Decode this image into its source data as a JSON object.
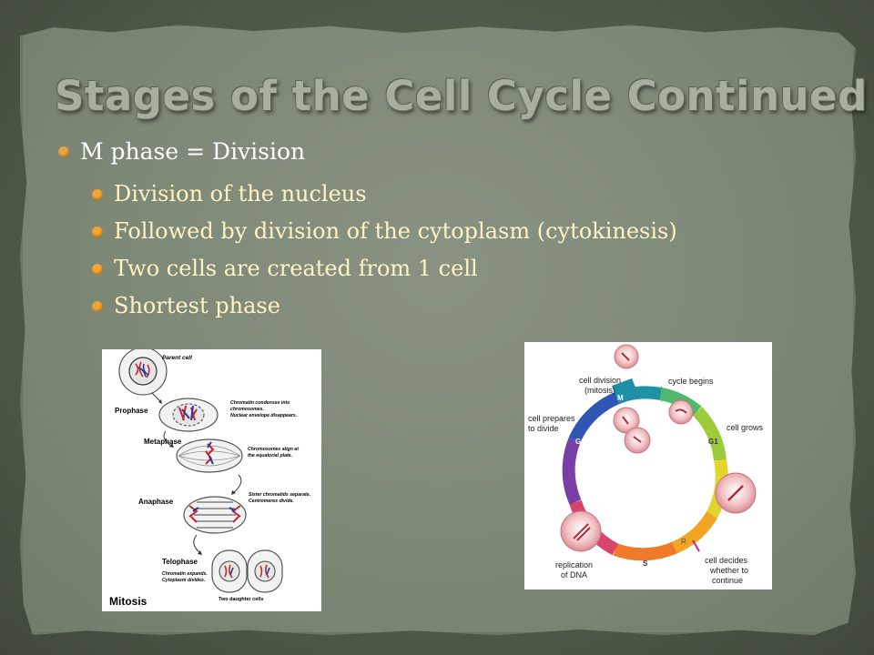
{
  "slide": {
    "title": "Stages of the Cell Cycle Continued",
    "main_bullet": "M phase = Division",
    "sub_bullets": [
      "Division of the nucleus",
      "Followed by division of the cytoplasm (cytokinesis)",
      "Two cells are created from 1 cell",
      "Shortest phase"
    ]
  },
  "mitosis_figure": {
    "parent_label": "Parent cell",
    "prophase": "Prophase",
    "prophase_note_1": "Chromatin condenses into",
    "prophase_note_2": "chromosomes.",
    "prophase_note_3": "Nuclear envelope disappears.",
    "metaphase": "Metaphase",
    "metaphase_note_1": "Chromosomes align at",
    "metaphase_note_2": "the equatorial plate.",
    "anaphase": "Anaphase",
    "anaphase_note_1": "Sister chromatids separate.",
    "anaphase_note_2": "Centromeres divide.",
    "telophase": "Telophase",
    "telophase_note_1": "Chromatin expands.",
    "telophase_note_2": "Cytoplasm divides.",
    "daughter_label": "Two daughter cells",
    "caption": "Mitosis"
  },
  "cycle_figure": {
    "cell_division_1": "cell division",
    "cell_division_2": "(mitosis)",
    "cycle_begins": "cycle begins",
    "prepares_1": "cell prepares",
    "prepares_2": "to divide",
    "cell_grows": "cell grows",
    "phase_m": "M",
    "phase_g2": "G2",
    "phase_g1": "G1",
    "phase_s": "S",
    "phase_r": "R",
    "replication_1": "replication",
    "replication_2": "of DNA",
    "decides_1": "cell decides",
    "decides_2": "whether to",
    "decides_3": "continue"
  },
  "colors": {
    "bullet_dot": "#f2a532",
    "sub_text": "#fff3c2",
    "board": "#7e8877"
  }
}
